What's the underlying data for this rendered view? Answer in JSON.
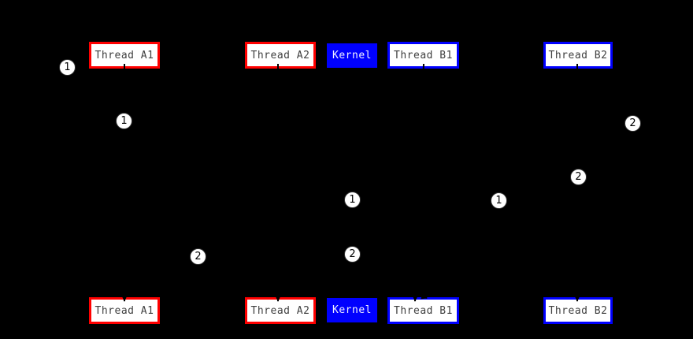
{
  "diagram": {
    "description": "Thread scheduling diagram: user threads above and below a timeline with kernel, numbered context-switch steps",
    "background_color": "#000000",
    "colors": {
      "thread_a_border": "#ff0000",
      "thread_b_border": "#0000ff",
      "kernel_fill": "#0000ff",
      "box_fill": "#ffffff",
      "box_text": "#3f3f3f",
      "kernel_text": "#f0f0ff",
      "step_marker_fill": "#ffffff",
      "step_marker_text": "#000000",
      "connector_line": "#000000"
    },
    "top_row": {
      "thread_a1": "Thread A1",
      "thread_a2": "Thread A2",
      "kernel": "Kernel",
      "thread_b1": "Thread B1",
      "thread_b2": "Thread B2"
    },
    "bottom_row": {
      "thread_a1": "Thread A1",
      "thread_a2": "Thread A2",
      "kernel": "Kernel",
      "thread_b1": "Thread B1",
      "thread_b2": "Thread B2"
    },
    "step_markers": [
      {
        "label": "1"
      },
      {
        "label": "1"
      },
      {
        "label": "2"
      },
      {
        "label": "2"
      },
      {
        "label": "1"
      },
      {
        "label": "1"
      },
      {
        "label": "2"
      },
      {
        "label": "2"
      }
    ]
  }
}
